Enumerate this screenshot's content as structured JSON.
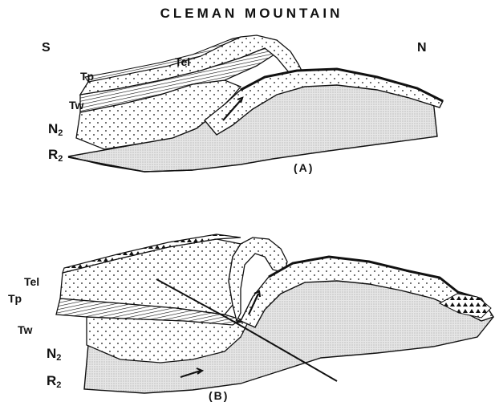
{
  "title": "CLEMAN MOUNTAIN",
  "directions": {
    "south": "S",
    "north": "N"
  },
  "panel_a": {
    "label": "(A)",
    "units": {
      "tel": "Tel",
      "tp": "Tp",
      "tw": "Tw",
      "n2_base": "N",
      "n2_sub": "2",
      "r2_base": "R",
      "r2_sub": "2"
    }
  },
  "panel_b": {
    "label": "(B)",
    "units": {
      "tel": "Tel",
      "tp": "Tp",
      "tw": "Tw",
      "n2_base": "N",
      "n2_sub": "2",
      "r2_base": "R",
      "r2_sub": "2"
    }
  },
  "colors": {
    "ink": "#111111",
    "paper": "#ffffff",
    "stipple_fill": "#d9d9d9"
  }
}
